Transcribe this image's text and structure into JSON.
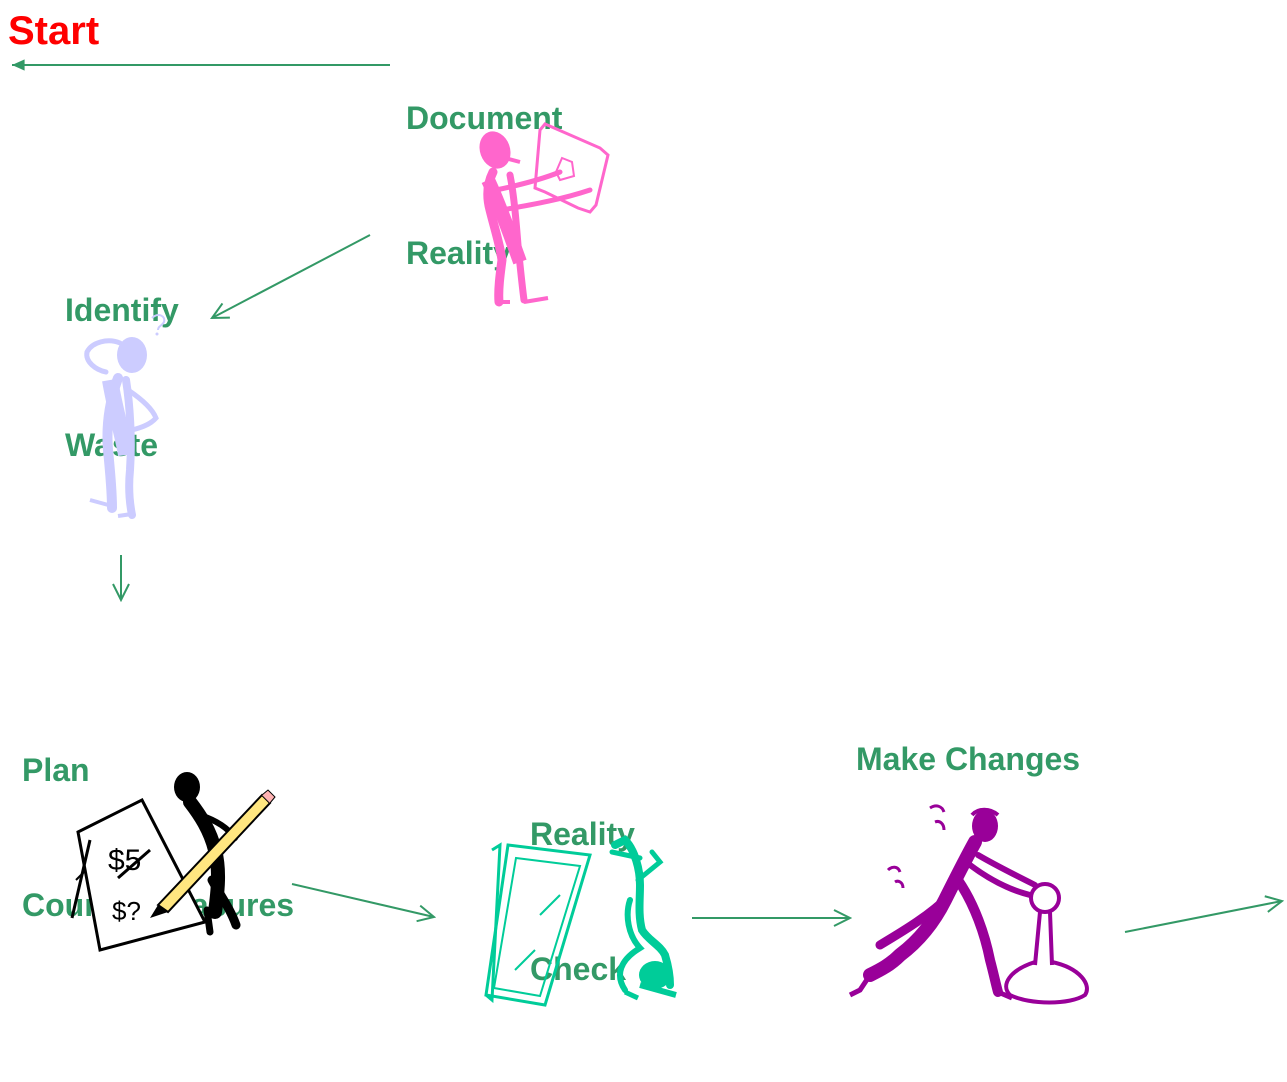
{
  "colors": {
    "label": "#339966",
    "start": "#ff0000",
    "document_figure": "#ff66cc",
    "identify_figure": "#ccccff",
    "plan_figure": "#000000",
    "pencil": "#ffe680",
    "reality_figure": "#00cc99",
    "changes_figure": "#990099"
  },
  "labels": {
    "start": "Start",
    "document_line1": "Document",
    "document_line2": "Reality",
    "identify_line1": "Identify",
    "identify_line2": "Waste",
    "plan_line1": "Plan",
    "plan_line2": "Countermeasures",
    "reality_line1": "Reality",
    "reality_line2": "Check",
    "changes": "Make Changes"
  },
  "icons": {
    "document": "person-holding-drawing-icon",
    "identify": "person-thinking-icon",
    "plan": "person-writing-on-easel-icon",
    "reality": "person-handstand-mirror-icon",
    "changes": "person-pushing-lever-icon"
  },
  "easel_text": {
    "top": "$5",
    "bottom": "$?"
  }
}
